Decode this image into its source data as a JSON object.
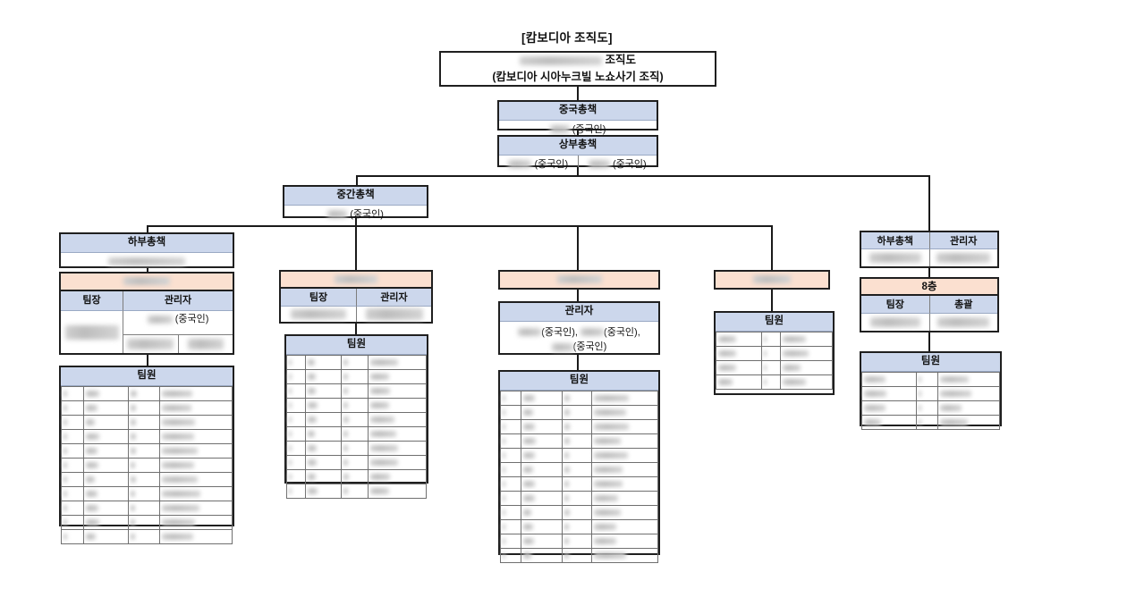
{
  "document": {
    "title": "[캄보디아 조직도]",
    "root": {
      "line1_redacted_name": "",
      "line1_suffix": "조직도",
      "line2": "(캄보디아 시아누크빌 노쇼사기 조직)"
    }
  },
  "nationality_label": "(중국인)",
  "roles": {
    "china_chief": "중국총책",
    "upper_chief": "상부총책",
    "middle_chief": "중간총책",
    "lower_chief": "하부총책",
    "manager": "관리자",
    "team_leader": "팀장",
    "team_member": "팀원",
    "supervisor": "총괄",
    "floor_8": "8층"
  },
  "nodes": {
    "china_chief": {
      "header": "중국총책",
      "members": [
        {
          "name_redacted": true,
          "nationality": "(중국인)"
        }
      ]
    },
    "upper_chief": {
      "header": "상부총책",
      "members": [
        {
          "name_redacted": true,
          "nationality": "(중국인)"
        },
        {
          "name_redacted": true,
          "nationality": "(중국인)"
        }
      ]
    },
    "middle_chief": {
      "header": "중간총책",
      "members": [
        {
          "name_redacted": true,
          "nationality": "(중국인)"
        }
      ]
    }
  },
  "branches": [
    {
      "id": "branch-1",
      "lower_chief_header": "하부총책",
      "lower_chief_value_redacted": true,
      "team_header_redacted": true,
      "columns": [
        "팀장",
        "관리자"
      ],
      "leader_value_redacted": true,
      "manager_rows": [
        {
          "name_redacted": true,
          "nationality": "(중국인)"
        },
        {
          "cells_redacted": 2
        }
      ],
      "members_header": "팀원",
      "member_rows": 11,
      "member_cols": 4
    },
    {
      "id": "branch-2",
      "team_header_redacted": true,
      "columns": [
        "팀장",
        "관리자"
      ],
      "leader_value_redacted": true,
      "manager_value_redacted": true,
      "members_header": "팀원",
      "member_rows": 10,
      "member_cols": 4
    },
    {
      "id": "branch-3",
      "team_header_redacted": true,
      "manager_header": "관리자",
      "manager_text_line1_a_redacted": true,
      "manager_text_line1_a_nat": "(중국인),",
      "manager_text_line1_b_redacted": true,
      "manager_text_line1_b_nat": "(중국인),",
      "manager_text_line2_redacted": true,
      "manager_text_line2_nat": "(중국인)",
      "members_header": "팀원",
      "member_rows": 12,
      "member_cols": 4
    },
    {
      "id": "branch-4",
      "team_header_redacted": true,
      "members_header": "팀원",
      "member_rows": 4,
      "member_cols": 3
    },
    {
      "id": "branch-5",
      "top_columns": [
        "하부총책",
        "관리자"
      ],
      "top_values_redacted": 2,
      "floor_header": "8층",
      "columns": [
        "팀장",
        "총괄"
      ],
      "values_redacted": 2,
      "members_header": "팀원",
      "member_rows": 4,
      "member_cols": 3
    }
  ],
  "colors": {
    "header_blue": "#ccd7ec",
    "header_orange": "#fbe0d0",
    "border": "#1f1f1f",
    "inner_border": "#6f6f6f",
    "background": "#ffffff"
  }
}
